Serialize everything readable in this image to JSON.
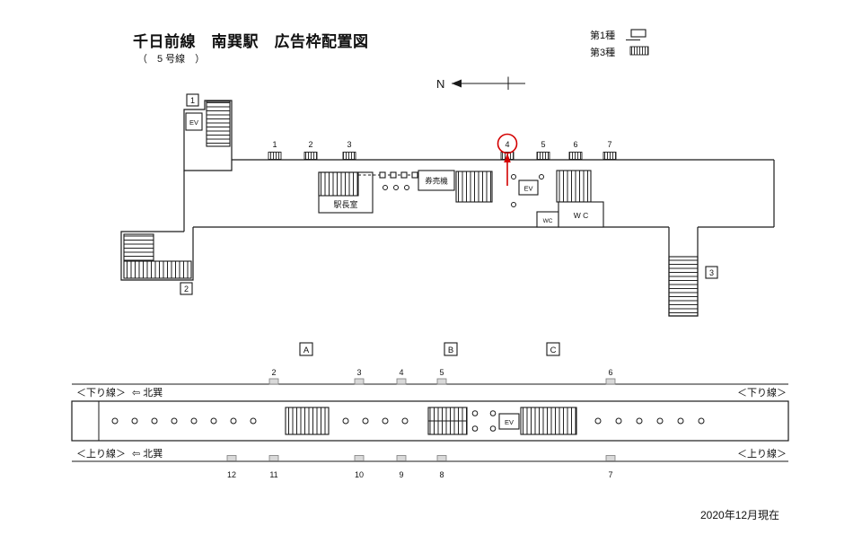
{
  "colors": {
    "accent_red": "#d40000",
    "tick_fill": "#d9d9d9"
  },
  "header": {
    "title": "千日前線　南巽駅　広告枠配置図",
    "subtitle": "（　5 号線　）",
    "legend": {
      "type1": "第1種",
      "type3": "第3種"
    },
    "compass_north": "N"
  },
  "concourse": {
    "ad_positions": [
      "1",
      "2",
      "3",
      "4",
      "5",
      "6",
      "7"
    ],
    "highlight": {
      "circled_position": "4"
    },
    "exits": [
      "1",
      "2",
      "3"
    ],
    "ev_upper": "EV",
    "ev_inner": "EV",
    "station_office": "駅長室",
    "ticket_machines": "券売機",
    "wc_small": "WC",
    "wc_large": "W C"
  },
  "platform": {
    "sections": [
      "A",
      "B",
      "C"
    ],
    "top_ad_numbers": [
      "2",
      "3",
      "4",
      "5",
      "6"
    ],
    "bottom_ad_numbers": [
      "12",
      "11",
      "10",
      "9",
      "8",
      "7"
    ],
    "down_line_left": "＜下り線＞",
    "down_line_left_dir": "⇦ 北巽",
    "down_line_right": "＜下り線＞",
    "up_line_left": "＜上り線＞",
    "up_line_left_dir": "⇦ 北巽",
    "up_line_right": "＜上り線＞",
    "ev": "EV"
  },
  "footer": {
    "as_of": "2020年12月現在"
  }
}
